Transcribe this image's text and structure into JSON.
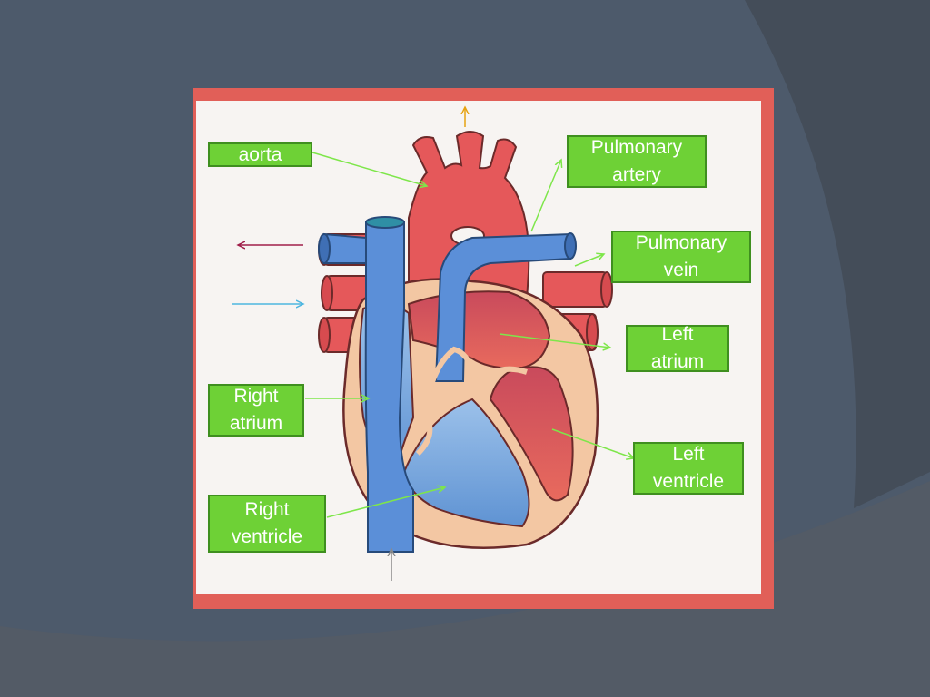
{
  "labels": {
    "aorta": "aorta",
    "pulmonary_artery": "Pulmonary\nartery",
    "pulmonary_vein": "Pulmonary\nvein",
    "left_atrium": "Left\natrium",
    "right_atrium": "Right\natrium",
    "left_ventricle": "Left\nventricle",
    "right_ventricle": "Right\nventricle"
  },
  "colors": {
    "label_fill": "#6ed136",
    "arrow_green": "#7ee64a",
    "red_vessel": "#e5585a",
    "blue_vessel": "#5b8fd8",
    "heart_wall": "#f3c7a3",
    "slide_background": "#4d5a6b"
  }
}
